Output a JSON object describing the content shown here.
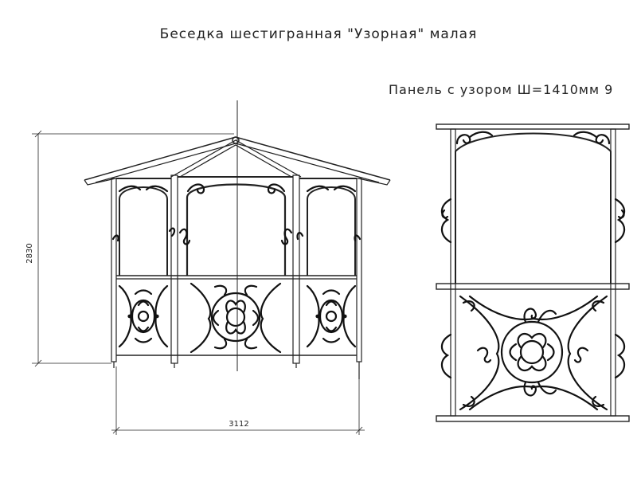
{
  "title": "Беседка шестигранная \"Узорная\" малая",
  "subtitle": "Панель с узором Ш=1410мм 9",
  "dimensions": {
    "height": "2830",
    "width": "3112"
  },
  "views": [
    "gazebo-front-view",
    "pattern-panel-view"
  ]
}
